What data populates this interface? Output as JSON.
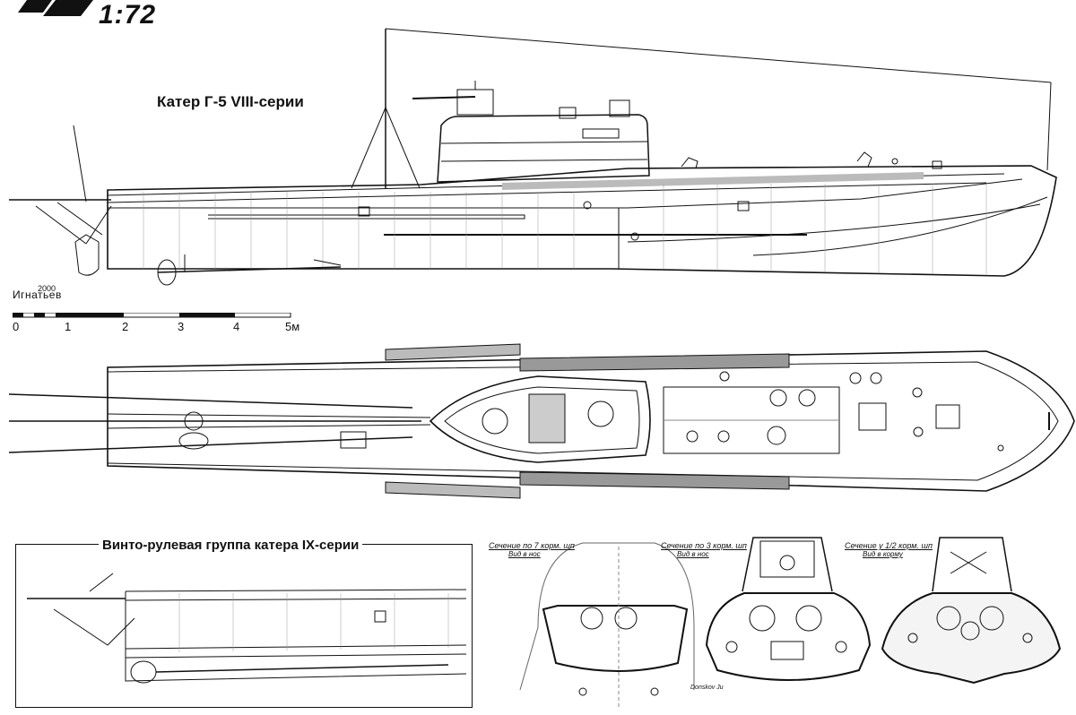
{
  "header": {
    "scale": "1:72"
  },
  "side_view": {
    "title": "Катер Г-5 VIII-серии"
  },
  "author": {
    "name": "Игнатьев",
    "year": "2000"
  },
  "scalebar": {
    "ticks": [
      "0",
      "1",
      "2",
      "3",
      "4",
      "5м"
    ]
  },
  "ix_inset": {
    "title": "Винто-рулевая группа катера IX-серии"
  },
  "sections": [
    {
      "title": "Сечение по 7 корм. шп",
      "subtitle": "Вид в нос"
    },
    {
      "title": "Сечение по 3 корм. шп",
      "subtitle": "Вид в нос"
    },
    {
      "title": "Сечение у 1/2 корм. шп",
      "subtitle": "Вид в корму"
    }
  ],
  "signature": "Donskov Ju"
}
